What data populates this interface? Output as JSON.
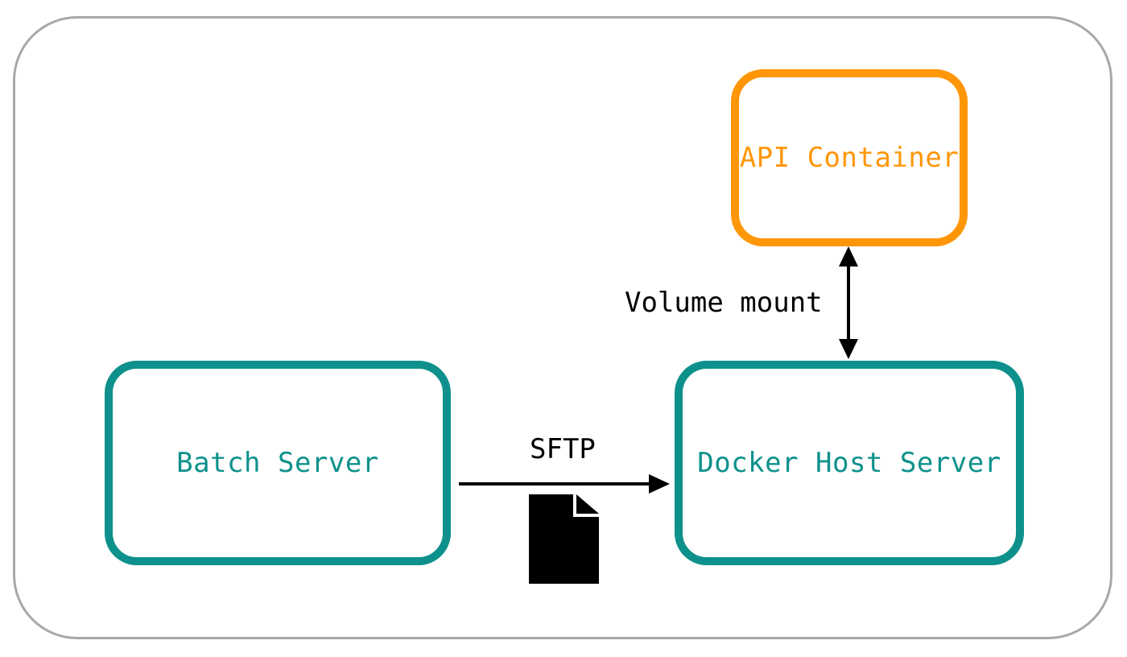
{
  "nodes": {
    "batch_server": "Batch Server",
    "docker_host_server": "Docker Host Server",
    "api_container": "API Container"
  },
  "edges": {
    "sftp_label": "SFTP",
    "volume_label": "Volume mount"
  },
  "colors": {
    "server_border": "#0e918c",
    "container_border": "#ff9608",
    "frame_border": "#a8a8a8",
    "connector": "#000000"
  },
  "icons": {
    "transfer_file": "file-icon"
  }
}
